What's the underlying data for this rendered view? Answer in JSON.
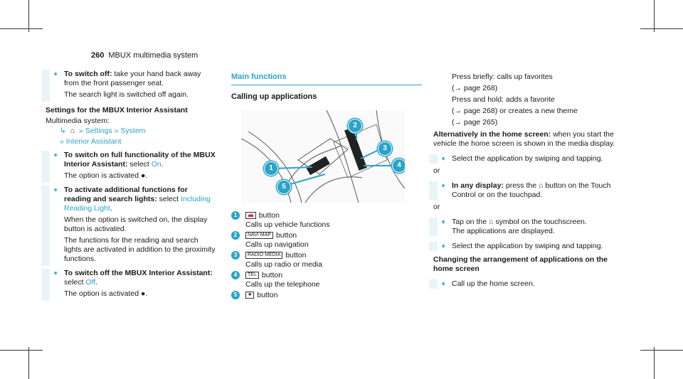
{
  "header": {
    "page_number": "260",
    "title": "MBUX multimedia system"
  },
  "col1": {
    "switch_off": {
      "label": "To switch off:",
      "text": "take your hand back away from the front passenger seat.",
      "note": "The search light is switched off again."
    },
    "settings_heading": "Settings for the MBUX Interior Assistant",
    "ms_label": "Multimedia system:",
    "path": {
      "settings": "Settings",
      "system": "System",
      "interior": "Interior Assistant"
    },
    "full": {
      "label": "To switch on full functionality of the MBUX Interior Assistant:",
      "pre": "select",
      "val": "On",
      "post": ".",
      "note": "The option is activated ●."
    },
    "read": {
      "label": "To activate additional functions for reading and search lights:",
      "pre": "select",
      "val": "Including Reading Light",
      "post": ".",
      "note1": "When the option is switched on, the display button is activated.",
      "note2": "The functions for the reading and search lights are activated in addition to the proximity functions."
    },
    "off": {
      "label": "To switch off the MBUX Interior Assistant:",
      "pre": "select",
      "val": "Off",
      "post": ".",
      "note": "The option is activated ●."
    }
  },
  "col2": {
    "section": "Main functions",
    "subtitle": "Calling up applications",
    "legend": [
      {
        "n": "1",
        "glyph": "🚗",
        "label": "button",
        "desc": "Calls up vehicle functions"
      },
      {
        "n": "2",
        "glyph": "NAVI MAP",
        "label": "button",
        "desc": "Calls up navigation"
      },
      {
        "n": "3",
        "glyph": "RADIO MEDIA",
        "label": "button",
        "desc": "Calls up radio or media"
      },
      {
        "n": "4",
        "glyph": "TEL",
        "label": "button",
        "desc": "Calls up the telephone"
      },
      {
        "n": "5",
        "glyph": "★",
        "label": "button",
        "desc": ""
      }
    ]
  },
  "col3": {
    "p1": "Press briefly: calls up favorites",
    "p1ref": "(→ page 268)",
    "p2": "Press and hold: adds a favorite",
    "p2ref": "(→ page 268) or creates a new theme",
    "p2ref2": "(→ page 265)",
    "alt_label": "Alternatively in the home screen:",
    "alt_text": "when you start the vehicle the home screen is shown in the media display.",
    "s1": "Select the application by swiping and tapping.",
    "or": "or",
    "s2_label": "In any display:",
    "s2_pre": "press the",
    "s2_post": "button on the Touch Control or on the touchpad.",
    "s3_pre": "Tap on the",
    "s3_post": "symbol on the touchscreen.",
    "s3_note": "The applications are displayed.",
    "s4": "Select the application by swiping and tapping.",
    "change_heading": "Changing the arrangement of applications on the home screen",
    "s5": "Call up the home screen."
  }
}
